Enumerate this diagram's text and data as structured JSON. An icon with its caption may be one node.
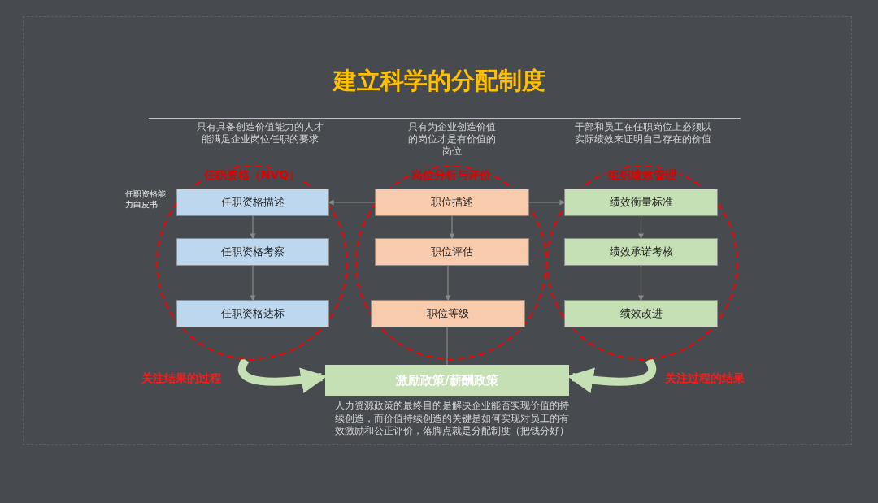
{
  "diagram": {
    "title": "建立科学的分配制度",
    "nodes": [
      {
        "text": [
          "任职资格（NVQ）"
        ]
      },
      {
        "text": [
          "任职资格描述"
        ],
        "in": 0,
        "beside": [
          "任职资格能力白皮书"
        ]
      },
      {
        "text": [
          "任职资格考察"
        ],
        "in": 0
      },
      {
        "text": [
          "任职资格达标"
        ],
        "in": 0
      },
      {
        "text": [
          "岗位分析与评价"
        ]
      },
      {
        "text": [
          "职位描述"
        ],
        "in": 4
      },
      {
        "text": [
          "职位评估"
        ],
        "in": 4
      },
      {
        "text": [
          "职位等级"
        ],
        "in": 4
      },
      {
        "text": [
          "组织绩效管理"
        ]
      },
      {
        "text": [
          "绩效衡量标准"
        ],
        "in": 8
      },
      {
        "text": [
          "绩效承诺考核"
        ],
        "in": 8
      },
      {
        "text": [
          "绩效改进"
        ],
        "in": 8
      },
      {
        "text": [
          "激励政策/薪酬政策"
        ],
        "beside": [
          "人力资源政策的最终目的是解决企业能否实现价值的持续创造，而价值持续创造的关键是如何实现对员工的有效激励和公正评价，落脚点就是分配制度（把钱分好）"
        ]
      }
    ],
    "edges": [
      {
        "from": 5,
        "to": 1,
        "arrow": "to"
      },
      {
        "from": 5,
        "to": 9,
        "arrow": "to"
      },
      {
        "from": 1,
        "to": 2,
        "arrow": "to"
      },
      {
        "from": 2,
        "to": 3,
        "arrow": "to"
      },
      {
        "from": 5,
        "to": 6,
        "arrow": "to"
      },
      {
        "from": 6,
        "to": 7,
        "arrow": "to"
      },
      {
        "from": 9,
        "to": 10,
        "arrow": "to"
      },
      {
        "from": 10,
        "to": 11,
        "arrow": "to"
      },
      {
        "from": 7,
        "to": 12,
        "arrow": "none"
      },
      {
        "from": 0,
        "to": 12,
        "arrow": "to",
        "label": "关注结果的过程",
        "style": "thick",
        "color": "#c5e0b4"
      },
      {
        "from": 8,
        "to": 12,
        "arrow": "to",
        "label": "关注过程的结果",
        "style": "thick",
        "color": "#c5e0b4"
      }
    ],
    "labels": [
      "只有具备创造价值能力的人才能满足企业岗位任职的要求",
      "只有为企业创造价值的岗位才是有价值的岗位",
      "干部和员工在任职岗位上必须以实际绩效来证明自己存在的价值"
    ]
  }
}
